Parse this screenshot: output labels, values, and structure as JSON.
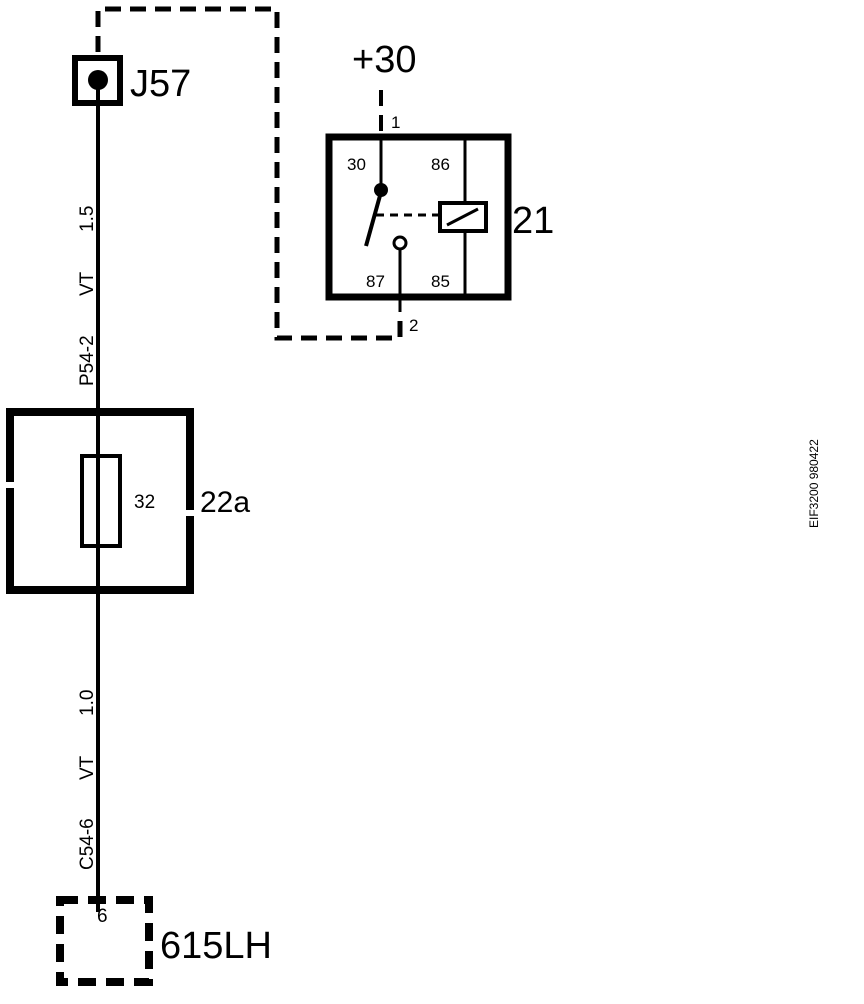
{
  "connectors": {
    "j57": {
      "label": "J57"
    },
    "c615": {
      "label": "615LH",
      "pin": "6"
    }
  },
  "supply": {
    "label": "+30"
  },
  "relay": {
    "label": "21",
    "pin_in": "1",
    "pin_out": "2",
    "terminals": {
      "t30": "30",
      "t86": "86",
      "t87": "87",
      "t85": "85"
    }
  },
  "fuse": {
    "box_label": "22a",
    "rating": "32"
  },
  "wires": {
    "upper": {
      "size": "1.5",
      "color": "VT",
      "ref": "P54-2"
    },
    "lower": {
      "size": "1.0",
      "color": "VT",
      "ref": "C54-6"
    }
  },
  "figure_id": "EIF3200  980422"
}
